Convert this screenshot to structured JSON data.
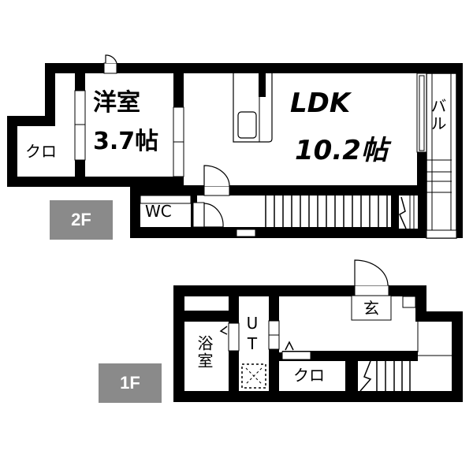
{
  "floors": {
    "second": {
      "badge": "2F",
      "rooms": {
        "western_room": {
          "name": "洋室",
          "size": "3.7帖"
        },
        "ldk": {
          "name": "LDK",
          "size": "10.2帖"
        },
        "closet": {
          "name": "クロ"
        },
        "toilet": {
          "name": "WC"
        },
        "balcony": {
          "name": "バル"
        }
      }
    },
    "first": {
      "badge": "1F",
      "rooms": {
        "bath": {
          "name": "浴室"
        },
        "utility": {
          "name": "UT"
        },
        "entrance": {
          "name": "玄"
        },
        "closet": {
          "name": "クロ"
        }
      }
    }
  },
  "colors": {
    "wall": "#000000",
    "badge_bg": "#8a8a8a",
    "badge_text": "#ffffff",
    "background": "#ffffff"
  }
}
